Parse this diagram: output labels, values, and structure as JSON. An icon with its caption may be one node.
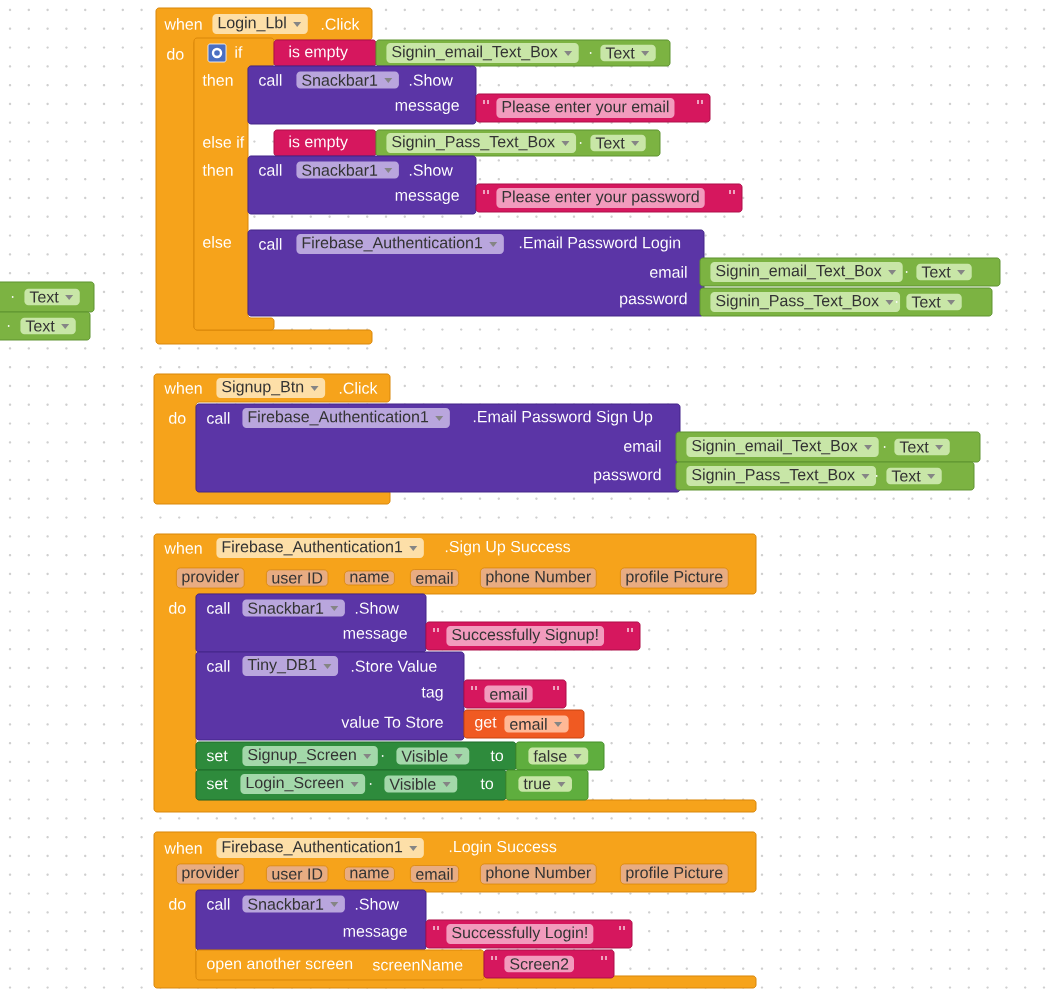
{
  "diagram": {
    "nodes": [
      {
        "text": [
          "when",
          "Login_Lbl",
          ".Click",
          "do"
        ]
      },
      {
        "text": [
          "if",
          "then",
          "else if",
          "then",
          "else"
        ],
        "in": 0
      },
      {
        "text": [
          "is empty"
        ]
      },
      {
        "text": [
          "Signin_email_Text_Box",
          ".",
          "Text"
        ]
      },
      {
        "text": [
          "call",
          "Snackbar1",
          ".Show",
          "message"
        ]
      },
      {
        "text": [
          "Please enter your email"
        ]
      },
      {
        "text": [
          "is empty"
        ]
      },
      {
        "text": [
          "Signin_Pass_Text_Box",
          ".",
          "Text"
        ]
      },
      {
        "text": [
          "call",
          "Snackbar1",
          ".Show",
          "message"
        ]
      },
      {
        "text": [
          "Please enter your password"
        ]
      },
      {
        "text": [
          "call",
          "Firebase_Authentication1",
          ".Email Password Login",
          "email",
          "password"
        ]
      },
      {
        "text": [
          "Signin_email_Text_Box",
          ".",
          "Text"
        ]
      },
      {
        "text": [
          "Signin_Pass_Text_Box",
          ".",
          "Text"
        ]
      },
      {
        "text": [
          ".",
          "Text"
        ]
      },
      {
        "text": [
          ".",
          "Text"
        ]
      },
      {
        "text": [
          "when",
          "Signup_Btn",
          ".Click",
          "do"
        ]
      },
      {
        "text": [
          "call",
          "Firebase_Authentication1",
          ".Email Password Sign Up",
          "email",
          "password"
        ]
      },
      {
        "text": [
          "Signin_email_Text_Box",
          ".",
          "Text"
        ]
      },
      {
        "text": [
          "Signin_Pass_Text_Box",
          ".",
          "Text"
        ]
      },
      {
        "text": [
          "when",
          "Firebase_Authentication1",
          ".Sign Up Success",
          "provider",
          "user ID",
          "name",
          "email",
          "phone Number",
          "profile Picture",
          "do"
        ]
      },
      {
        "text": [
          "call",
          "Snackbar1",
          ".Show",
          "message"
        ],
        "in": 19
      },
      {
        "text": [
          "Successfully Signup!"
        ],
        "in": 19
      },
      {
        "text": [
          "call",
          "Tiny_DB1",
          ".Store Value",
          "tag",
          "value To Store"
        ],
        "in": 19
      },
      {
        "text": [
          "email"
        ],
        "in": 19
      },
      {
        "text": [
          "get",
          "email"
        ],
        "in": 19
      },
      {
        "text": [
          "set",
          "Signup_Screen",
          ".",
          "Visible",
          "to"
        ],
        "in": 19
      },
      {
        "text": [
          "false"
        ],
        "in": 19
      },
      {
        "text": [
          "set",
          "Login_Screen",
          ".",
          "Visible",
          "to"
        ],
        "in": 19
      },
      {
        "text": [
          "true"
        ],
        "in": 19
      },
      {
        "text": [
          "when",
          "Firebase_Authentication1",
          ".Login Success",
          "provider",
          "user ID",
          "name",
          "email",
          "phone Number",
          "profile Picture",
          "do"
        ]
      },
      {
        "text": [
          "call",
          "Snackbar1",
          ".Show",
          "message"
        ],
        "in": 29
      },
      {
        "text": [
          "Successfully Login!"
        ],
        "in": 29
      },
      {
        "text": [
          "open another screen",
          "screenName"
        ],
        "in": 29
      },
      {
        "text": [
          "Screen2"
        ],
        "in": 29
      }
    ]
  }
}
